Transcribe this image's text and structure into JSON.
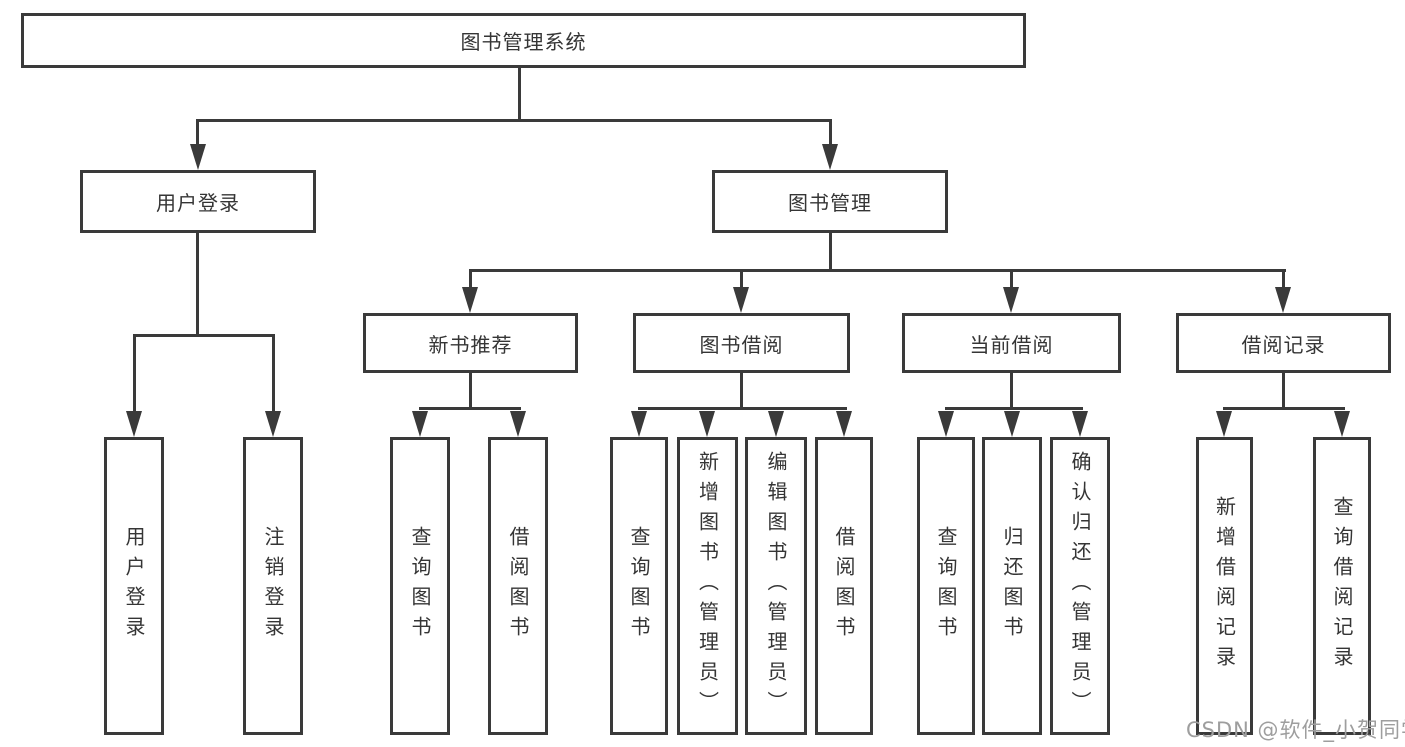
{
  "nodes": {
    "root": "图书管理系统",
    "user_login": "用户登录",
    "book_mgmt": "图书管理",
    "new_book_rec": "新书推荐",
    "book_borrow": "图书借阅",
    "current_borrow": "当前借阅",
    "borrow_record": "借阅记录",
    "leaf_user_login": "用户登录",
    "leaf_logout": "注销登录",
    "leaf_query_books_1": "查询图书",
    "leaf_borrow_books_1": "借阅图书",
    "leaf_query_books_2": "查询图书",
    "leaf_add_books": "新增图书（管理员）",
    "leaf_edit_books": "编辑图书（管理员）",
    "leaf_borrow_books_2": "借阅图书",
    "leaf_query_books_3": "查询图书",
    "leaf_return_books": "归还图书",
    "leaf_confirm_return": "确认归还（管理员）",
    "leaf_add_borrow_record": "新增借阅记录",
    "leaf_query_borrow_record": "查询借阅记录"
  },
  "watermark": "CSDN @软件_小贺同学",
  "colors": {
    "line": "#3a3a3a",
    "text": "#353535",
    "watermark": "#9e9e9e",
    "background": "#ffffff"
  }
}
